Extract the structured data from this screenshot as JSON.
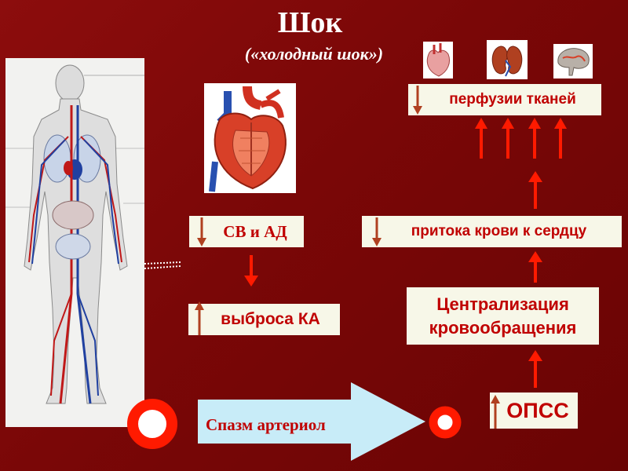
{
  "slide": {
    "title": "Шок",
    "subtitle": "(«холодный шок»)"
  },
  "boxes": {
    "perfusion": "перфузии тканей",
    "sv_ad": "СВ и АД",
    "blood_inflow": "притока крови к сердцу",
    "ka_release": "выброса КА",
    "centralization_line1": "Централизация",
    "centralization_line2": "кровообращения",
    "opss": "ОПСС",
    "arteriole_spasm": "Спазм артериол"
  },
  "colors": {
    "background": "#7a0707",
    "box_fill": "#f7f7e8",
    "box_text": "#c00000",
    "arrow_red": "#ff1a00",
    "big_arrow": "#c8ecf8"
  },
  "icons": {
    "down": "thin-down-arrow-icon",
    "up": "thin-up-arrow-icon",
    "flow": "red-flow-arrow-icon",
    "ring": "red-ring-icon"
  }
}
